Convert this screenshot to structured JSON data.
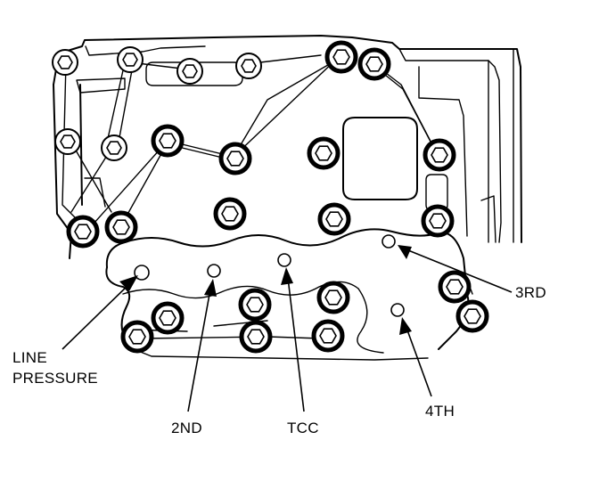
{
  "callouts": {
    "line_pressure_line1": "LINE",
    "line_pressure_line2": "PRESSURE",
    "second": "2ND",
    "tcc": "TCC",
    "third": "3RD",
    "fourth": "4TH"
  }
}
